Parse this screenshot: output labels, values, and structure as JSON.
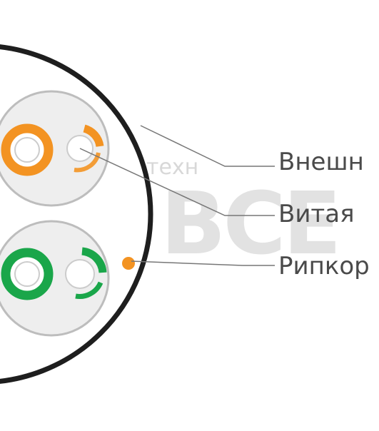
{
  "labels": {
    "outer_jacket": "Внешн",
    "twisted_pair": "Витая",
    "ripcord": "Рипкор"
  },
  "watermark": {
    "small_text": "техн",
    "large_text": "ВСЕ"
  },
  "colors": {
    "jacket_stroke": "#1e1e1e",
    "pair_shield": "#bdbdbd",
    "pair_fill": "#eeeeee",
    "orange": "#f39322",
    "green": "#1aa64a",
    "leader_line": "#777777",
    "label_text": "#4a4a4a",
    "watermark": "#d8d8d8"
  }
}
